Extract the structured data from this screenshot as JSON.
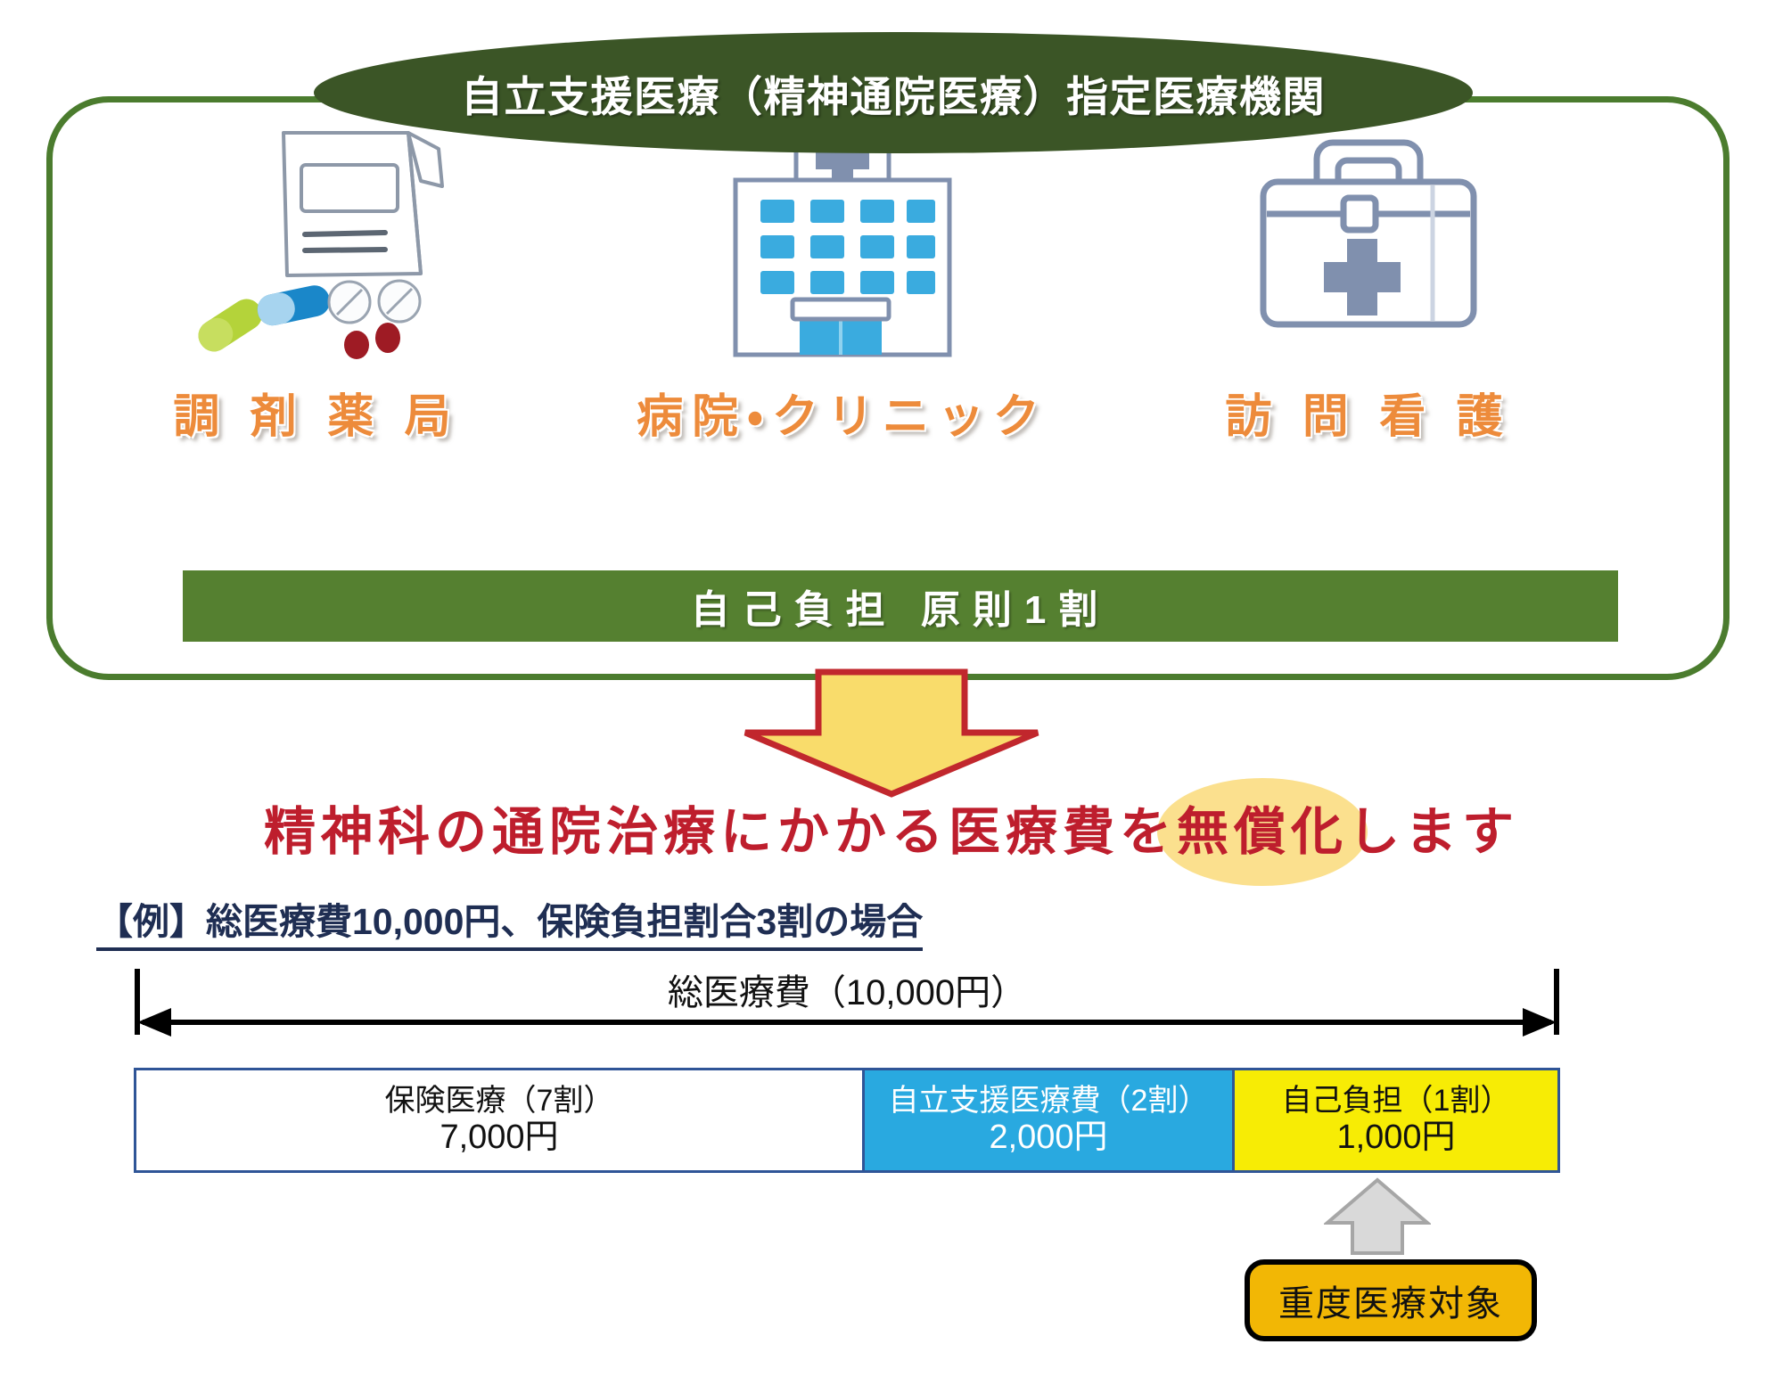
{
  "header": {
    "title": "自立支援医療（精神通院医療）指定医療機関"
  },
  "facilities": [
    {
      "icon": "medicine-bag-icon",
      "label": "調 剤 薬 局"
    },
    {
      "icon": "hospital-building-icon",
      "label": "病院・クリニック"
    },
    {
      "icon": "first-aid-kit-icon",
      "label": "訪 問 看 護"
    }
  ],
  "copay_bar": {
    "text": "自己負担 原則1割"
  },
  "arrow": {
    "name": "down-arrow",
    "fill": "#F9DC6B",
    "stroke": "#C1272D"
  },
  "headline": {
    "text": "精神科の通院治療にかかる医療費を無償化します",
    "highlight_word": "無償化",
    "color": "#BE1E2D",
    "highlight_color": "#FBE08E"
  },
  "example": {
    "text": "【例】総医療費10,000円、保険負担割合3割の場合",
    "color": "#1F2E53"
  },
  "chart_data": {
    "type": "bar",
    "title": "総医療費（10,000円）",
    "orientation": "horizontal-stacked",
    "total_label": "総医療費（10,000円）",
    "total_value": 10000,
    "unit": "円",
    "categories": [
      "保険医療（7割）",
      "自立支援医療費（2割）",
      "自己負担（1割）"
    ],
    "values": [
      7000,
      2000,
      1000
    ],
    "value_labels": [
      "7,000円",
      "2,000円",
      "1,000円"
    ],
    "shares": [
      "7割",
      "2割",
      "1割"
    ],
    "colors": [
      "#FFFFFF",
      "#29A9E0",
      "#F7EC05"
    ],
    "text_colors": [
      "#111111",
      "#FFFFFF",
      "#111111"
    ],
    "border_color": "#2F5597",
    "xlabel": "",
    "ylabel": "",
    "grid": false,
    "legend": "none",
    "annotation": {
      "label": "重度医療対象",
      "points_to": "自己負担（1割）",
      "badge_fill": "#F2B705",
      "badge_border": "#000000",
      "arrow_fill": "#D9D9D9",
      "arrow_stroke": "#A6A6A6"
    }
  },
  "segments": [
    {
      "name": "保険医療（7割）",
      "amount": "7,000円"
    },
    {
      "name": "自立支援医療費（2割）",
      "amount": "2,000円"
    },
    {
      "name": "自己負担（1割）",
      "amount": "1,000円"
    }
  ],
  "badge": {
    "label": "重度医療対象"
  },
  "theme": {
    "panel_border": "#4b7c2e",
    "title_ellipse": "#3b5526",
    "green_bar": "#558030",
    "label_orange": "#ED8B3B"
  }
}
